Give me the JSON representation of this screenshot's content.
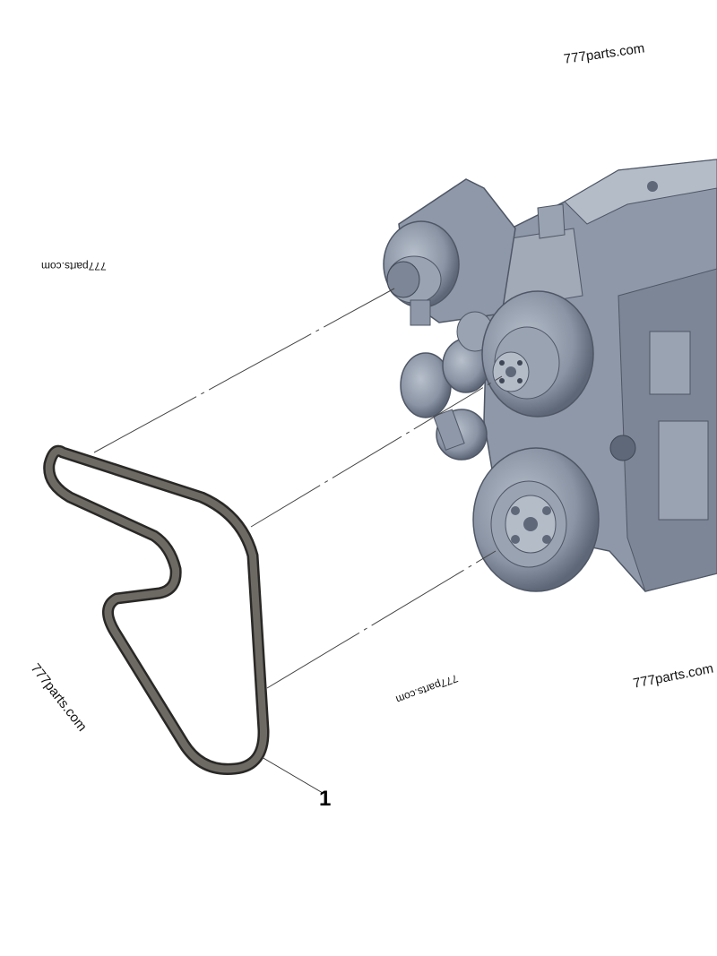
{
  "watermark": "777parts.com",
  "callouts": [
    {
      "label": "1",
      "part": "belt"
    }
  ],
  "colors": {
    "engine_fill": "#8e98a8",
    "engine_shadow": "#5f6878",
    "engine_highlight": "#b4bcc8",
    "belt_fill": "#6d6a64",
    "belt_edge": "#2a2826",
    "leader": "#333333"
  }
}
